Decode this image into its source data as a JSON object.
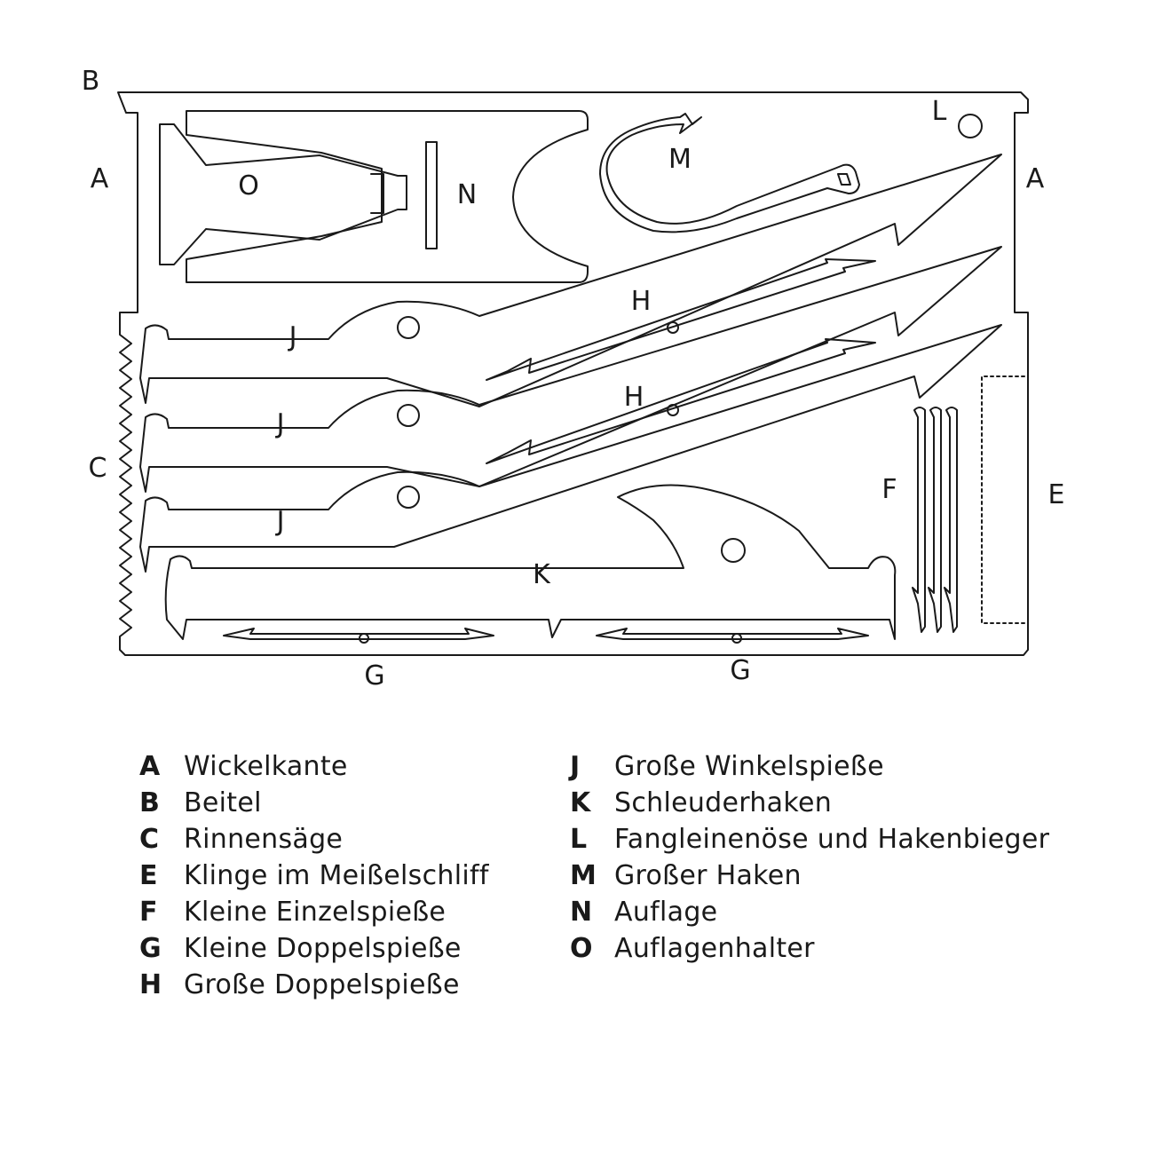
{
  "diagram": {
    "labels": {
      "A_left": "A",
      "A_right": "A",
      "B": "B",
      "C": "C",
      "E": "E",
      "F": "F",
      "G_left": "G",
      "G_right": "G",
      "H_top": "H",
      "H_bottom": "H",
      "J_top": "J",
      "J_mid": "J",
      "J_bottom": "J",
      "K": "K",
      "L": "L",
      "M": "M",
      "N": "N",
      "O": "O"
    }
  },
  "legend": {
    "left": [
      {
        "key": "A",
        "text": "Wickelkante"
      },
      {
        "key": "B",
        "text": "Beitel"
      },
      {
        "key": "C",
        "text": "Rinnensäge"
      },
      {
        "key": "E",
        "text": "Klinge im Meißelschliff"
      },
      {
        "key": "F",
        "text": "Kleine Einzelspieße"
      },
      {
        "key": "G",
        "text": "Kleine Doppelspieße"
      },
      {
        "key": "H",
        "text": "Große Doppelspieße"
      }
    ],
    "right": [
      {
        "key": "J",
        "text": "Große Winkelspieße"
      },
      {
        "key": "K",
        "text": "Schleuderhaken"
      },
      {
        "key": "L",
        "text": "Fangleinenöse und Hakenbieger"
      },
      {
        "key": "M",
        "text": "Großer Haken"
      },
      {
        "key": "N",
        "text": "Auflage"
      },
      {
        "key": "O",
        "text": "Auflagenhalter"
      }
    ]
  }
}
